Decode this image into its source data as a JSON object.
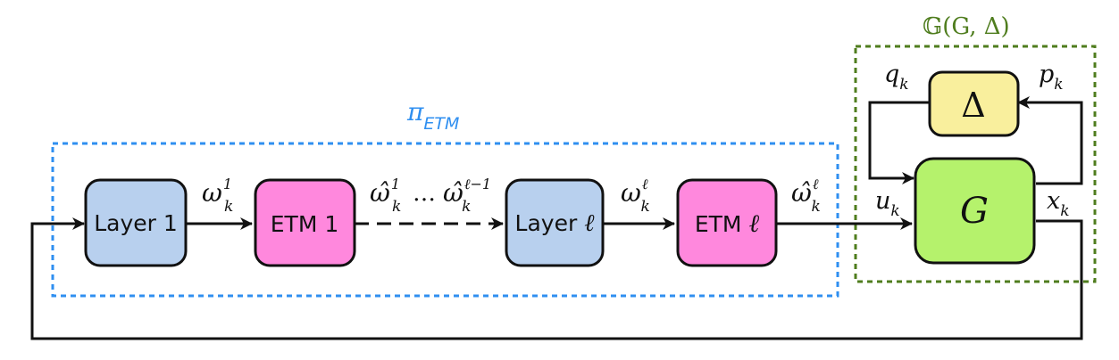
{
  "colors": {
    "layer_fill": "#b8d0ee",
    "etm_fill": "#ff88dd",
    "delta_fill": "#f9ef9d",
    "plant_fill": "#b5f26c",
    "etm_frame": "#2f8ff0",
    "g_frame": "#4f7d1e"
  },
  "frames": {
    "etm_symbol": "π",
    "etm_subscript": "ETM",
    "g_label": "𝔾(G, Δ)"
  },
  "blocks": {
    "layer1": "Layer 1",
    "etm1": "ETM 1",
    "layerl_text": "Layer ",
    "layerl_ell": "ℓ",
    "etml_text": "ETM ",
    "etml_ell": "ℓ",
    "delta": "Δ",
    "plant": "G"
  },
  "signals": {
    "omega1": {
      "base": "ω",
      "sup": "1",
      "sub": "k"
    },
    "omegahat1": {
      "base": "ω̂",
      "sup": "1",
      "sub": "k"
    },
    "ellipsis": "…",
    "omegahatlm1": {
      "base": "ω̂",
      "sup": "ℓ−1",
      "sub": "k"
    },
    "omegal": {
      "base": "ω",
      "sup": "ℓ",
      "sub": "k"
    },
    "omegahatl": {
      "base": "ω̂",
      "sup": "ℓ",
      "sub": "k"
    },
    "u": {
      "base": "u",
      "sub": "k"
    },
    "x": {
      "base": "x",
      "sub": "k"
    },
    "q": {
      "base": "q",
      "sub": "k"
    },
    "p": {
      "base": "p",
      "sub": "k"
    }
  }
}
